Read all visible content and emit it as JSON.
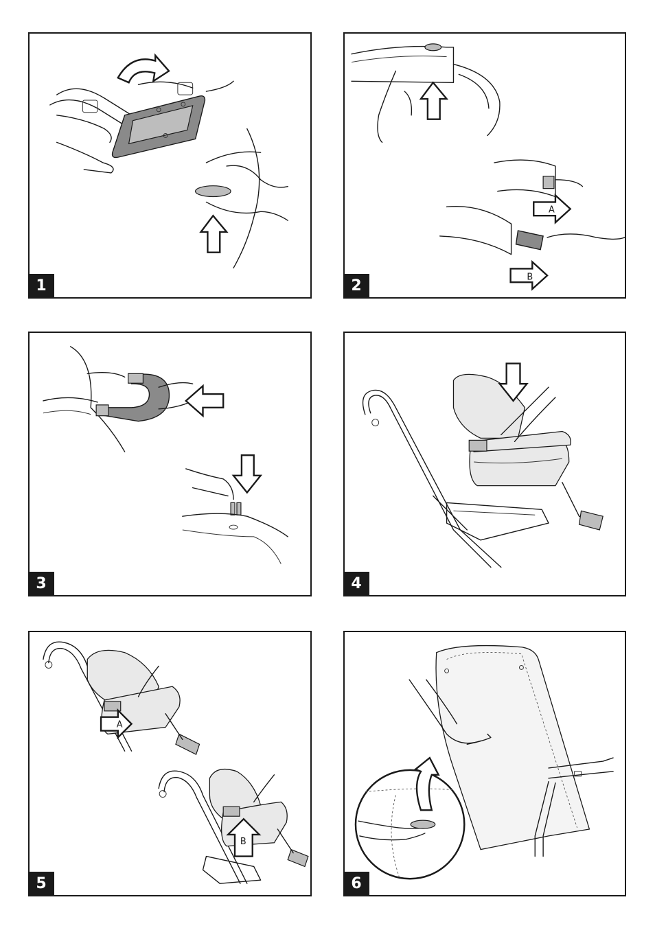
{
  "panels": [
    {
      "number": "1"
    },
    {
      "number": "2",
      "arrow_labels": [
        "A",
        "B"
      ]
    },
    {
      "number": "3"
    },
    {
      "number": "4"
    },
    {
      "number": "5",
      "arrow_labels": [
        "A",
        "B"
      ]
    },
    {
      "number": "6"
    }
  ]
}
